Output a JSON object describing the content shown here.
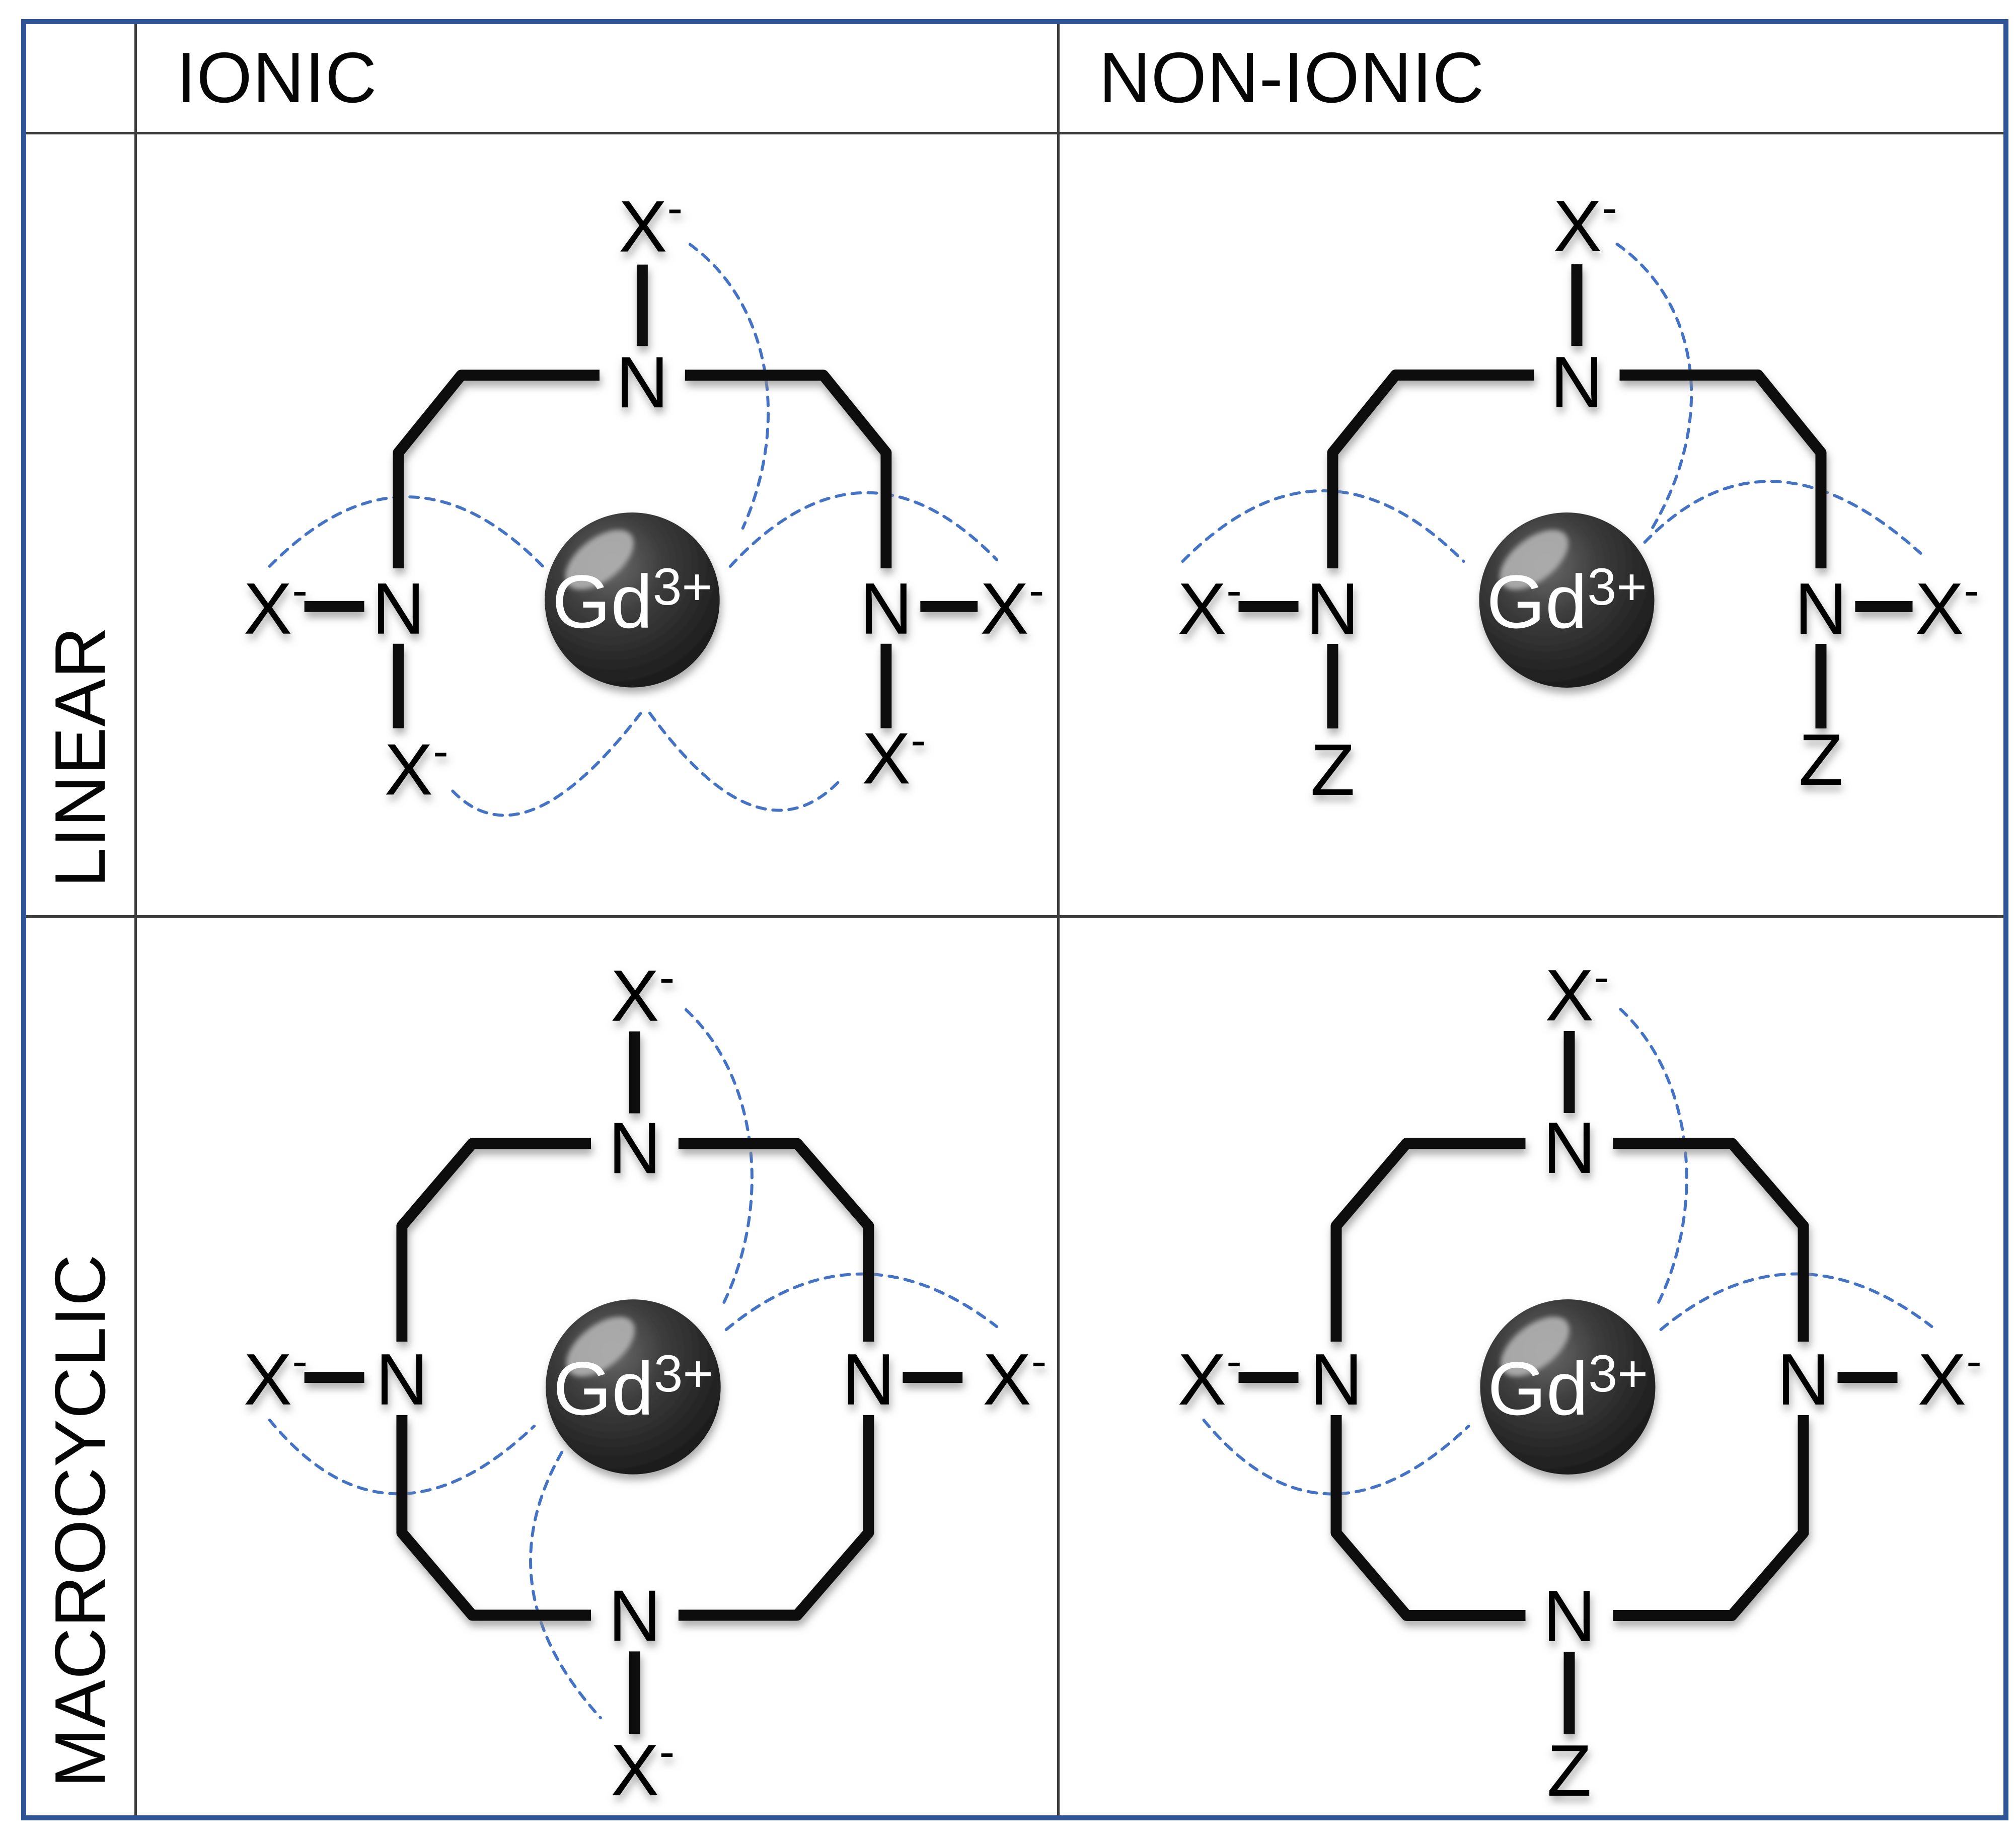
{
  "figure": {
    "description_title": "Classification of gadolinium-based contrast agent ligand structures",
    "table": {
      "col_headers": [
        "IONIC",
        "NON-IONIC"
      ],
      "row_headers": [
        "LINEAR",
        "MACROCYCLIC"
      ]
    },
    "labels": {
      "x": "X",
      "minus": "-",
      "n": "N",
      "z": "Z",
      "gd": "Gd",
      "gd_charge": "3+"
    },
    "cells": [
      {
        "id": "linear-ionic",
        "row": "LINEAR",
        "column": "IONIC",
        "central_ion": "Gd3+",
        "nitrogen_count": 3,
        "x_minus_groups": 5,
        "z_groups": 0,
        "dashed_coordination_arcs": 5
      },
      {
        "id": "linear-nonionic",
        "row": "LINEAR",
        "column": "NON-IONIC",
        "central_ion": "Gd3+",
        "nitrogen_count": 3,
        "x_minus_groups": 3,
        "z_groups": 2,
        "dashed_coordination_arcs": 3
      },
      {
        "id": "macrocyclic-ionic",
        "row": "MACROCYCLIC",
        "column": "IONIC",
        "central_ion": "Gd3+",
        "nitrogen_count": 4,
        "x_minus_groups": 4,
        "z_groups": 0,
        "dashed_coordination_arcs": 4
      },
      {
        "id": "macrocyclic-nonionic",
        "row": "MACROCYCLIC",
        "column": "NON-IONIC",
        "central_ion": "Gd3+",
        "nitrogen_count": 4,
        "x_minus_groups": 3,
        "z_groups": 1,
        "dashed_coordination_arcs": 3
      }
    ]
  },
  "colors": {
    "frame_border": "#2F5597",
    "grid_line": "#3C3C3C",
    "bond": "#0D0D0D",
    "arc_dashed": "#4472C4",
    "text": "#060606",
    "sphere_light": "#6A6A6A",
    "sphere_mid": "#3C3C3C",
    "sphere_dark": "#161616",
    "sphere_highlight": "#B2B2B2",
    "gd_text": "#FFFFFF",
    "background": "#FFFFFF"
  }
}
